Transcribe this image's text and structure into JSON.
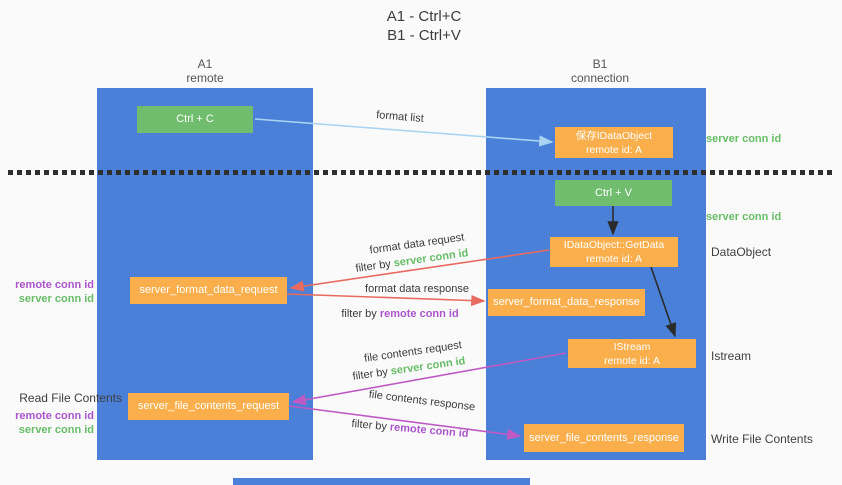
{
  "title": {
    "line1": "A1 - Ctrl+C",
    "line2": "B1 - Ctrl+V"
  },
  "lanes": {
    "a1": {
      "name": "A1",
      "role": "remote"
    },
    "b1": {
      "name": "B1",
      "role": "connection"
    }
  },
  "nodes": {
    "ctrl_c": {
      "label": "Ctrl + C"
    },
    "ctrl_v": {
      "label": "Ctrl + V"
    },
    "save_obj": {
      "line1": "保存IDataObject",
      "line2": "remote id: A"
    },
    "getdata": {
      "line1": "IDataObject::GetData",
      "line2": "remote id: A"
    },
    "istream": {
      "line1": "IStream",
      "line2": "remote id: A"
    },
    "format_request": {
      "label": "server_format_data_request"
    },
    "format_response": {
      "label": "server_format_data_response"
    },
    "file_request": {
      "label": "server_file_contents_request"
    },
    "file_response": {
      "label": "server_file_contents_response"
    }
  },
  "side_labels": {
    "server_conn_id_top": "server conn id",
    "server_conn_id_mid": "server conn id",
    "dataobject": "DataObject",
    "istream": "Istream",
    "write_file": "Write File Contents",
    "read_file": "Read File Contents",
    "remote_conn_id_1": "remote conn id",
    "server_conn_id_1": "server conn id",
    "remote_conn_id_2": "remote conn id",
    "server_conn_id_2": "server conn id"
  },
  "arrows": {
    "format_list": {
      "label": "format list"
    },
    "format_data_request": {
      "label": "format data request",
      "filter_prefix": "filter by ",
      "filter_key": "server conn id"
    },
    "format_data_response": {
      "label": "format data response",
      "filter_prefix": "filter by ",
      "filter_key": "remote conn id"
    },
    "file_contents_request": {
      "label": "file contents request",
      "filter_prefix": "filter by ",
      "filter_key": "server conn id"
    },
    "file_contents_response": {
      "label": "file contents response",
      "filter_prefix": "filter by ",
      "filter_key": "remote conn id"
    }
  },
  "colors": {
    "lane_blue": "#4a80d8",
    "box_green": "#71bd6e",
    "box_orange": "#fbaf4c",
    "text_green": "#67bd67",
    "text_purple": "#ab55cc",
    "arrow_red": "#e96a5f",
    "arrow_magenta": "#bf5ac4",
    "arrow_lightblue": "#a9d5f2",
    "arrow_black": "#2b2b2b"
  }
}
